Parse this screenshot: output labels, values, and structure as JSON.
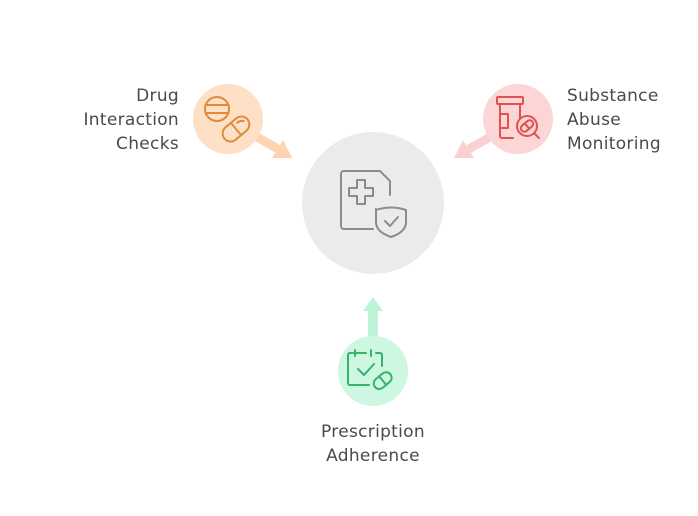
{
  "diagram": {
    "type": "hub-and-spoke",
    "center": {
      "icon": "medical-document-shield-icon",
      "fill": "#ebebeb",
      "stroke": "#8c8c8c"
    },
    "nodes": [
      {
        "id": "drug-interaction",
        "label_lines": [
          "Drug",
          "Interaction",
          "Checks"
        ],
        "icon": "pills-icon",
        "fill": "#fde0c6",
        "stroke": "#e08a3c",
        "arrow_color": "#fcd5b0",
        "position": "top-left"
      },
      {
        "id": "substance-abuse",
        "label_lines": [
          "Substance",
          "Abuse",
          "Monitoring"
        ],
        "icon": "pill-bottle-search-icon",
        "fill": "#fcd6d6",
        "stroke": "#e0524f",
        "arrow_color": "#fbd0d0",
        "position": "top-right"
      },
      {
        "id": "prescription-adherence",
        "label_lines": [
          "Prescription",
          "Adherence"
        ],
        "icon": "calendar-check-pill-icon",
        "fill": "#cdf7e0",
        "stroke": "#34b36c",
        "arrow_color": "#bdf3d6",
        "position": "bottom"
      }
    ]
  }
}
